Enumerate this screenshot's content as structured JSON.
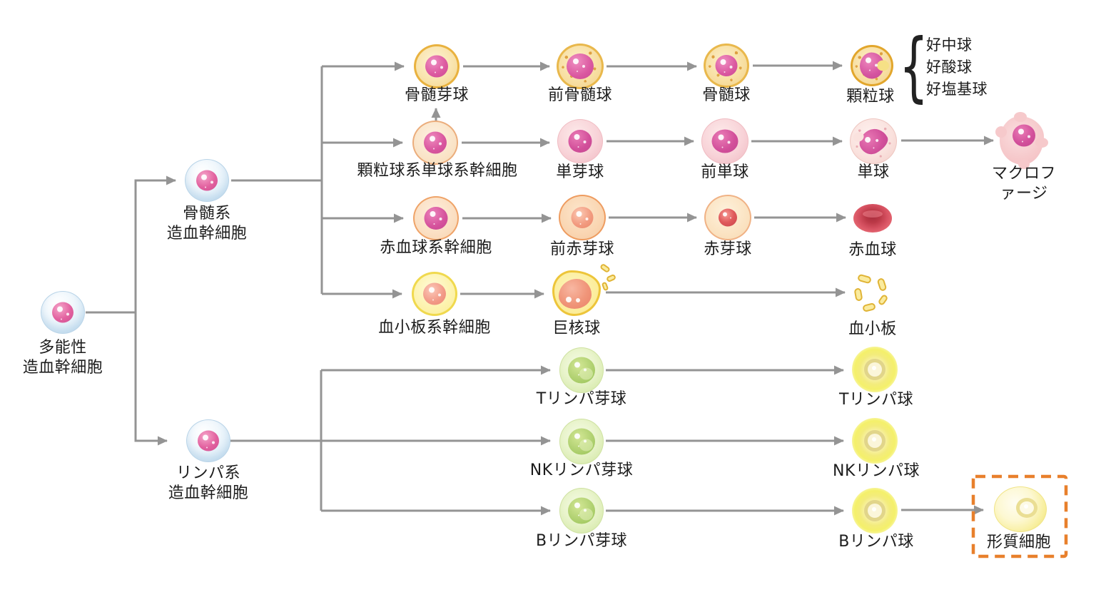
{
  "colors": {
    "arrow": "#949494",
    "highlight_box": "#e8802c",
    "text": "#1c1c1c"
  },
  "glyphs": {
    "brace": "{"
  },
  "nodes": {
    "pluripotent": "多能性\n造血幹細胞",
    "myeloid_stem": "骨髄系\n造血幹細胞",
    "lymphoid_stem": "リンパ系\n造血幹細胞",
    "myeloblast": "骨髄芽球",
    "promyelocyte": "前骨髄球",
    "myelocyte": "骨髄球",
    "granulocyte": "顆粒球",
    "granulocyte_types": [
      "好中球",
      "好酸球",
      "好塩基球"
    ],
    "gm_stem": "顆粒球系単球系幹細胞",
    "monoblast": "単芽球",
    "promonocyte": "前単球",
    "monocyte": "単球",
    "macrophage": "マクロファージ",
    "ery_stem": "赤血球系幹細胞",
    "proerythroblast": "前赤芽球",
    "erythroblast": "赤芽球",
    "rbc": "赤血球",
    "plt_stem": "血小板系幹細胞",
    "megakaryocyte": "巨核球",
    "platelets": "血小板",
    "t_blast": "Tリンパ芽球",
    "t_cell": "Tリンパ球",
    "nk_blast": "NKリンパ芽球",
    "nk_cell": "NKリンパ球",
    "b_blast": "Bリンパ芽球",
    "b_cell": "Bリンパ球",
    "plasma_cell": "形質細胞"
  }
}
